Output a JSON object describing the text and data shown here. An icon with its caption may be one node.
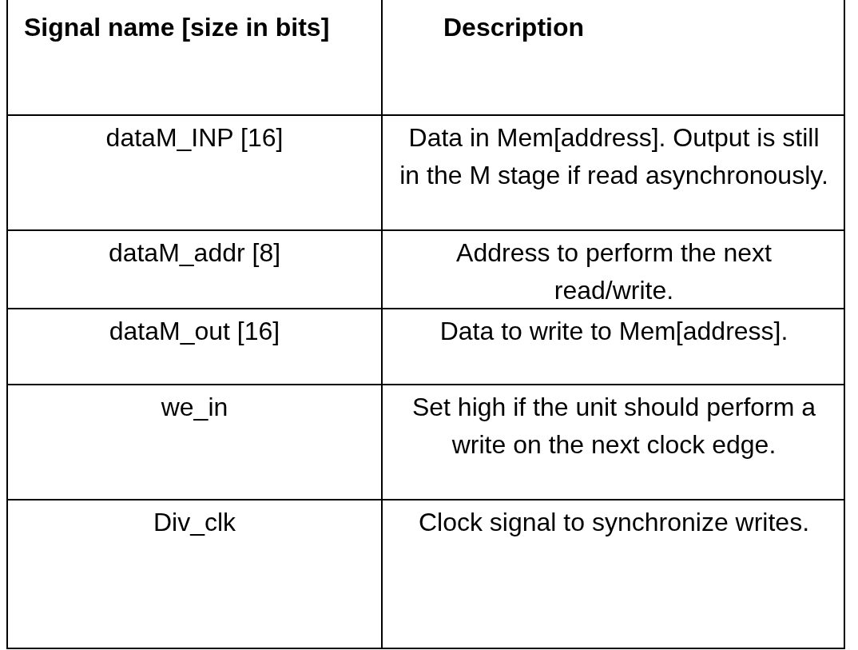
{
  "diagram": {
    "labels": [
      "Signal name [size in bits]",
      "Description",
      "dataM_INP [16]",
      "Data in Mem[address]. Output is still in the M stage if read asynchronously.",
      "dataM_addr [8]",
      "Address to perform the next read/write.",
      "dataM_out [16]",
      "Data to write to Mem[address].",
      "we_in",
      "Set high if the unit should perform a write on the next clock edge.",
      "Div_clk",
      "Clock signal to synchronize writes."
    ]
  }
}
